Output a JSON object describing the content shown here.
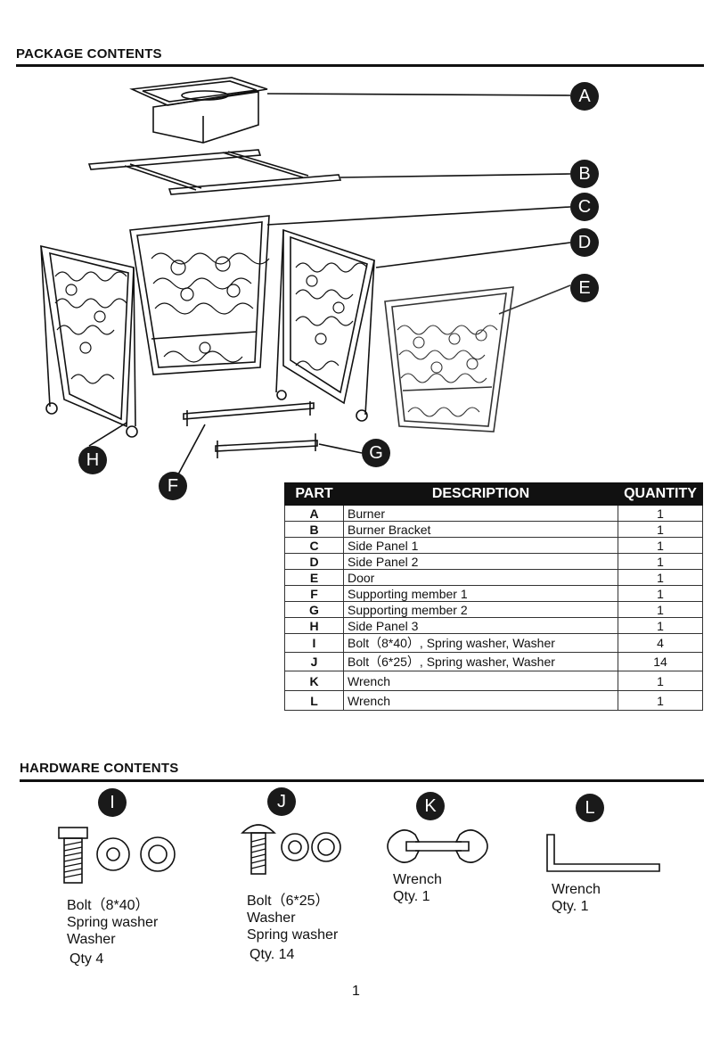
{
  "package_title": "PACKAGE CONTENTS",
  "hardware_title": "HARDWARE CONTENTS",
  "diagram_labels": [
    "A",
    "B",
    "C",
    "D",
    "E",
    "F",
    "G",
    "H"
  ],
  "table": {
    "headers": [
      "PART",
      "DESCRIPTION",
      "QUANTITY"
    ],
    "rows": [
      {
        "part": "A",
        "description": "Burner",
        "quantity": "1"
      },
      {
        "part": "B",
        "description": "Burner Bracket",
        "quantity": "1"
      },
      {
        "part": "C",
        "description": "Side Panel  1",
        "quantity": "1"
      },
      {
        "part": "D",
        "description": "Side Panel  2",
        "quantity": "1"
      },
      {
        "part": "E",
        "description": "Door",
        "quantity": "1"
      },
      {
        "part": "F",
        "description": "Supporting member 1",
        "quantity": "1"
      },
      {
        "part": "G",
        "description": "Supporting member 2",
        "quantity": "1"
      },
      {
        "part": "H",
        "description": "Side Panel  3",
        "quantity": "1"
      },
      {
        "part": "I",
        "description": "Bolt（8*40）, Spring washer, Washer",
        "quantity": "4"
      },
      {
        "part": "J",
        "description": "Bolt（6*25）, Spring washer, Washer",
        "quantity": "14"
      },
      {
        "part": "K",
        "description": "Wrench",
        "quantity": "1"
      },
      {
        "part": "L",
        "description": "Wrench",
        "quantity": "1"
      }
    ]
  },
  "hardware": [
    {
      "label": "I",
      "lines": [
        "Bolt（8*40）",
        "Spring washer",
        "Washer",
        "Qty 4"
      ]
    },
    {
      "label": "J",
      "lines": [
        "Bolt（6*25）",
        "Washer",
        "Spring washer",
        "Qty. 14"
      ]
    },
    {
      "label": "K",
      "lines": [
        "Wrench",
        "Qty. 1"
      ]
    },
    {
      "label": "L",
      "lines": [
        "Wrench",
        "Qty. 1"
      ]
    }
  ],
  "page_number": "1"
}
